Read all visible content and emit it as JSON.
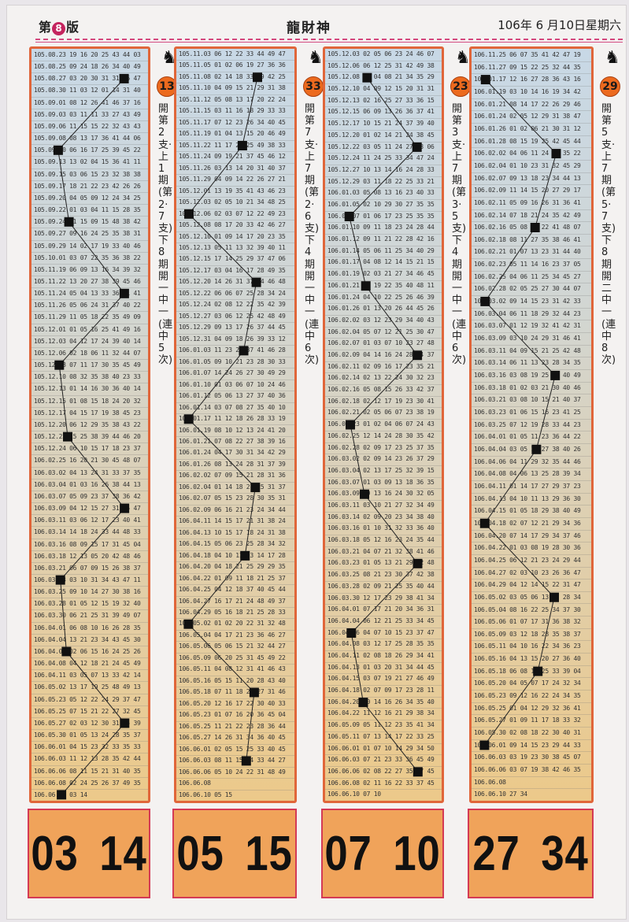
{
  "header": {
    "edition_prefix": "第",
    "edition_num": "8",
    "edition_suffix": "版",
    "title": "龍財神",
    "date": "106年 6 月10日星期六"
  },
  "colors": {
    "grid_border": "#e0663a",
    "badge": "#ec6a1e",
    "result_bg": "#f0a35a",
    "marker": "#111111",
    "rule": "#d4487e"
  },
  "icons": [
    "knight-chess-icon"
  ],
  "sections": [
    {
      "badge": "13",
      "text": "開第2支‧上1期(第2‧7支)下8期開一中一(連中5次)",
      "result": [
        "03",
        "14"
      ],
      "rows": [
        "105.08.23 19 16 20 25 43 44 03",
        "105.08.25 09 24 18 26 34 40 49",
        "105.08.27 03 20 30 31 31 36 47",
        "105.08.30 11 03 12 01 14 31 40",
        "105.09.01 08 12 26 41 46 37 16",
        "105.09.03 03 11 11 33 27 43 49",
        "105.09.06 11 15 15 22 32 43 43",
        "105.09.08 08 13 17 36 41 44 06",
        "105.09.10 06 16 17 25 39 45 22",
        "105.09.13 13 02 04 15 36 41 11",
        "105.09.15 03 06 15 23 32 38 38",
        "105.09.17 18 21 22 23 42 26 26",
        "105.09.20 04 05 09 12 24 34 25",
        "105.09.22 01 03 04 11 15 28 35",
        "105.09.24 11 15 09 15 48 38 42",
        "105.09.27 09 16 24 25 35 38 31",
        "105.09.29 14 02 17 19 33 40 46",
        "105.10.01 03 07 22 35 36 38 22",
        "105.11.19 06 09 13 16 34 39 32",
        "105.11.22 13 20 27 38 39 45 46",
        "105.11.24 05 04 13 33 36 41 41",
        "105.11.26 05 06 24 31 37 40 22",
        "105.11.29 11 05 18 22 35 49 09",
        "105.12.01 01 05 16 25 41 49 16",
        "105.12.03 04 12 17 24 39 40 14",
        "105.12.06 02 18 06 11 32 44 07",
        "105.12.08 07 11 17 30 35 45 49",
        "105.12.10 08 32 35 38 40 23 33",
        "105.12.13 01 14 16 30 36 40 14",
        "105.12.15 01 08 15 18 24 20 32",
        "105.12.17 04 15 17 19 38 45 23",
        "105.12.20 06 12 29 35 38 43 22",
        "105.12.22 15 25 38 39 44 46 20",
        "105.12.24 06 10 15 17 18 23 37",
        "106.02.25 16 20 21 30 45 48 07",
        "106.03.02 04 13 24 31 33 37 35",
        "106.03.04 01 03 16 26 38 44 13",
        "106.03.07 05 09 23 37 38 36 42",
        "106.03.09 04 12 15 27 31 45 47",
        "106.03.11 03 06 12 17 23 40 41",
        "106.03.14 14 18 24 33 44 48 33",
        "106.03.16 08 09 15 17 31 45 04",
        "106.03.18 12 13 05 20 42 48 46",
        "106.03.21 06 07 09 15 26 38 37",
        "106.03.23 03 10 31 34 43 47 11",
        "106.03.25 09 10 14 27 30 38 16",
        "106.03.28 01 05 12 15 19 32 40",
        "106.03.30 06 21 25 31 39 49 07",
        "106.04.01 06 08 10 16 26 28 35",
        "106.04.04 13 21 23 34 43 45 30",
        "106.04.06 02 06 15 16 24 25 26",
        "106.04.08 04 12 18 21 24 45 49",
        "106.04.11 03 05 07 13 33 42 14",
        "106.05.02 13 17 19 25 48 49 13",
        "106.05.23 05 12 22 24 29 37 47",
        "106.05.25 07 15 21 22 27 32 45",
        "106.05.27 02 03 12 30 31 45 39",
        "106.05.30 01 05 13 24 28 35 37",
        "106.06.01 04 15 23 32 33 35 33",
        "106.06.03 11 12 13 28 35 42 44",
        "106.06.06 08 11 15 21 31 40 35",
        "106.06.08 02 24 25 26 37 49 35",
        "106.06.10 03 14"
      ]
    },
    {
      "badge": "33",
      "text": "開第7支‧上7期(第2‧6支)下4期開一中一(連中6次)",
      "result": [
        "05",
        "15"
      ],
      "rows": [
        "105.11.03 06 12 22 33 44 49 47",
        "105.11.05 01 02 06 19 27 36 36",
        "105.11.08 02 14 18 33 39 42 25",
        "105.11.10 04 09 15 21 29 31 38",
        "105.11.12 05 08 13 17 20 22 24",
        "105.11.15 03 11 16 18 29 33 33",
        "105.11.17 07 12 23 26 34 40 45",
        "105.11.19 01 04 13 15 20 46 49",
        "105.11.22 11 17 20 25 49 38 33",
        "105.11.24 09 19 21 37 45 46 12",
        "105.11.26 03 13 14 20 31 40 37",
        "105.11.29 04 09 14 22 26 27 21",
        "105.12.01 13 19 35 41 43 46 23",
        "105.12.03 02 05 10 21 34 48 25",
        "105.12.06 02 03 07 12 22 49 23",
        "105.12.08 08 17 20 33 42 46 27",
        "105.12.10 01 09 14 17 20 23 35",
        "105.12.13 05 11 13 32 39 40 11",
        "105.12.15 17 14 25 29 37 47 06",
        "105.12.17 03 04 16 17 28 49 35",
        "105.12.20 14 26 31 37 44 46 48",
        "105.12.22 06 06 07 25 28 34 24",
        "105.12.24 02 08 12 22 35 42 39",
        "105.12.27 03 06 12 25 42 48 49",
        "105.12.29 09 13 17 26 37 44 45",
        "105.12.31 04 09 18 26 39 33 12",
        "106.01.03 11 23 26 37 41 46 28",
        "106.01.05 09 10 21 23 28 30 33",
        "106.01.07 14 24 26 27 30 49 29",
        "106.01.10 01 03 06 07 10 24 46",
        "106.01.12 05 06 13 27 37 40 36",
        "106.01.14 03 07 08 27 35 40 10",
        "106.01.17 11 12 18 26 28 33 19",
        "106.01.19 08 10 12 13 24 41 20",
        "106.01.21 07 08 22 27 38 39 16",
        "106.01.24 04 17 30 31 34 42 29",
        "106.01.26 08 13 24 28 31 37 39",
        "106.02.02 07 09 15 21 28 31 36",
        "106.02.04 01 14 18 21 25 31 37",
        "106.02.07 05 15 23 28 30 35 31",
        "106.02.09 06 16 21 23 24 34 44",
        "106.04.11 14 15 17 21 31 38 24",
        "106.04.13 10 15 17 18 24 31 38",
        "106.04.15 05 06 23 25 28 34 32",
        "106.04.18 04 10 11 13 14 17 28",
        "106.04.20 04 18 21 25 29 29 35",
        "106.04.22 01 09 11 18 21 25 37",
        "106.04.25 04 12 18 37 40 45 44",
        "106.04.27 16 17 21 24 48 49 37",
        "106.04.29 05 16 18 21 25 28 33",
        "106.05.02 01 02 20 22 31 32 48",
        "106.05.04 04 17 21 23 36 46 27",
        "106.05.06 05 06 15 21 32 44 27",
        "106.05.09 06 20 25 31 45 49 22",
        "106.05.11 04 08 12 31 41 46 43",
        "106.05.16 05 15 11 20 28 43 40",
        "106.05.18 07 11 18 21 27 31 46",
        "106.05.20 12 16 17 22 30 40 33",
        "106.05.23 01 07 16 20 36 45 04",
        "106.05.25 11 21 22 23 28 36 44",
        "106.05.27 14 26 31 34 36 40 45",
        "106.06.01 02 05 15 25 33 40 45",
        "106.06.03 08 11 15 24 33 44 27",
        "106.06.06 05 10 24 22 31 48 49",
        "106.06.08",
        "106.06.10 05 15"
      ]
    },
    {
      "badge": "23",
      "text": "開第3支‧上7期(第3‧5支)下4期開一中一(連中6次)",
      "result": [
        "07",
        "10"
      ],
      "rows": [
        "105.12.03 02 05 06 23 24 46 07",
        "105.12.06 06 12 25 31 42 49 38",
        "105.12.08 03 04 08 21 34 35 29",
        "105.12.10 04 09 12 15 20 31 31",
        "105.12.13 02 16 25 27 33 36 15",
        "105.12.15 06 09 13 26 36 37 41",
        "105.12.17 10 15 21 24 37 39 40",
        "105.12.20 01 02 14 21 24 38 45",
        "105.12.22 03 05 11 24 27 43 06",
        "105.12.24 11 24 25 33 34 47 24",
        "105.12.27 10 13 14 16 24 28 33",
        "105.12.29 03 11 18 22 25 33 21",
        "106.01.03 05 08 13 16 23 40 33",
        "106.01.05 02 10 29 30 27 35 35",
        "106.01.07 01 06 17 23 25 35 35",
        "106.01.10 09 11 18 23 24 28 44",
        "106.01.12 09 11 21 22 28 42 16",
        "106.01.14 05 06 11 25 34 40 29",
        "106.01.17 04 08 12 14 15 21 15",
        "106.01.19 02 03 21 27 34 46 45",
        "106.01.21 03 19 22 35 40 48 11",
        "106.01.24 04 10 22 25 26 46 39",
        "106.01.26 01 13 20 26 44 45 26",
        "106.02.02 03 12 23 29 34 40 43",
        "106.02.04 05 07 12 21 25 30 47",
        "106.02.07 01 03 07 10 23 27 48",
        "106.02.09 04 14 16 24 28 34 37",
        "106.02.11 02 09 16 17 23 35 21",
        "106.02.14 02 13 22 24 30 32 23",
        "106.02.16 05 08 15 26 33 42 37",
        "106.02.18 02 12 17 19 23 30 41",
        "106.02.21 02 05 06 07 23 38 19",
        "106.02.23 01 02 04 06 07 24 43",
        "106.02.25 12 14 24 28 30 35 42",
        "106.02.28 02 09 17 23 25 37 35",
        "106.03.02 02 09 14 23 26 37 29",
        "106.03.04 02 13 17 25 32 39 15",
        "106.03.07 01 03 09 13 18 36 35",
        "106.03.09 10 13 16 24 30 32 05",
        "106.03.11 03 10 21 27 32 34 49",
        "106.03.14 02 09 20 23 34 38 40",
        "106.03.16 01 10 31 32 33 36 40",
        "106.03.18 05 12 16 23 24 35 44",
        "106.03.21 04 07 21 32 38 41 46",
        "106.03.23 01 05 13 21 29 32 48",
        "106.03.25 08 21 23 30 37 42 38",
        "106.03.28 02 09 21 25 35 40 44",
        "106.03.30 12 17 23 29 38 41 34",
        "106.04.01 07 17 21 20 34 36 31",
        "106.04.04 06 12 21 25 33 34 45",
        "106.04.06 04 07 10 15 23 37 47",
        "106.04.08 03 12 17 25 28 35 35",
        "106.04.11 02 08 18 26 29 34 41",
        "106.04.13 01 03 20 31 34 44 45",
        "106.04.15 03 07 19 21 27 46 49",
        "106.04.18 02 07 09 17 23 28 11",
        "106.04.20 10 14 16 26 34 35 40",
        "106.04.22 11 12 16 21 29 38 34",
        "106.05.09 05 11 12 23 35 41 34",
        "106.05.11 07 13 14 17 22 33 25",
        "106.06.01 01 07 10 14 29 34 50",
        "106.06.03 07 21 23 33 36 45 49",
        "106.06.06 02 08 22 27 35 47 45",
        "106.06.08 02 11 16 22 33 37 45",
        "106.06.10 07 10"
      ]
    },
    {
      "badge": "29",
      "text": "開第5支‧上7期(第5‧7支)下8期開二中一(連中8次)",
      "result": [
        "27",
        "34"
      ],
      "rows": [
        "106.11.25 06 07 35 41 42 47 19",
        "106.11.27 09 15 22 25 32 44 35",
        "106.01.17 12 16 27 28 36 43 16",
        "106.01.19 03 10 14 16 19 34 42",
        "106.01.21 08 14 17 22 26 29 46",
        "106.01.24 02 05 12 29 31 38 47",
        "106.01.26 01 02 06 21 30 31 12",
        "106.01.28 08 15 19 25 42 45 44",
        "106.02.02 04 06 11 24 31 35 22",
        "106.02.04 01 10 23 31 32 45 29",
        "106.02.07 09 13 18 23 34 44 13",
        "106.02.09 11 14 15 20 27 29 17",
        "106.02.11 05 09 16 26 31 36 41",
        "106.02.14 07 18 21 24 35 42 49",
        "106.02.16 05 08 17 22 41 48 07",
        "106.02.18 08 11 27 35 38 46 41",
        "106.02.21 01 07 13 23 31 44 40",
        "106.02.23 05 11 14 16 23 37 05",
        "106.02.25 04 06 11 25 34 45 27",
        "106.02.28 02 05 25 27 30 44 07",
        "106.03.02 09 14 15 23 31 42 33",
        "106.03.04 06 11 18 29 32 44 23",
        "106.03.07 01 12 19 32 41 42 31",
        "106.03.09 03 10 24 29 31 46 41",
        "106.03.11 04 09 15 21 25 42 48",
        "106.03.14 06 11 13 23 28 34 35",
        "106.03.16 03 08 19 25 32 40 49",
        "106.03.18 01 02 03 21 30 40 46",
        "106.03.21 03 08 10 15 21 40 37",
        "106.03.23 01 06 15 16 23 41 25",
        "106.03.25 07 12 19 28 33 44 23",
        "106.04.01 01 05 11 23 36 44 22",
        "106.04.04 03 05 10 27 38 40 26",
        "106.04.06 04 11 29 32 35 44 46",
        "106.04.08 04 06 13 25 28 39 34",
        "106.04.11 01 14 17 27 29 37 23",
        "106.04.13 04 10 11 13 29 36 30",
        "106.04.15 01 05 18 29 38 40 49",
        "106.04.18 02 07 12 21 29 34 36",
        "106.04.20 07 14 17 29 34 37 46",
        "106.04.22 01 03 08 19 28 30 36",
        "106.04.25 06 12 21 23 24 29 44",
        "106.04.27 02 03 10 23 26 36 47",
        "106.04.29 04 12 14 15 22 31 47",
        "106.05.02 03 05 06 13 27 28 34",
        "106.05.04 08 16 22 25 34 37 30",
        "106.05.06 01 07 17 31 36 38 32",
        "106.05.09 03 12 18 28 35 38 37",
        "106.05.11 04 10 16 22 34 36 23",
        "106.05.16 04 13 15 20 27 36 40",
        "106.05.18 06 08 16 25 33 39 04",
        "106.05.20 04 05 07 17 24 32 34",
        "106.05.23 09 12 16 22 24 34 35",
        "106.05.25 01 04 12 29 32 36 41",
        "106.05.27 01 09 11 17 18 33 32",
        "106.05.30 02 08 18 22 30 40 31",
        "106.06.01 09 14 15 23 29 44 33",
        "106.06.03 03 19 23 30 38 45 07",
        "106.06.06 03 07 19 38 42 46 35",
        "106.06.08",
        "106.06.10 27 34"
      ]
    }
  ]
}
